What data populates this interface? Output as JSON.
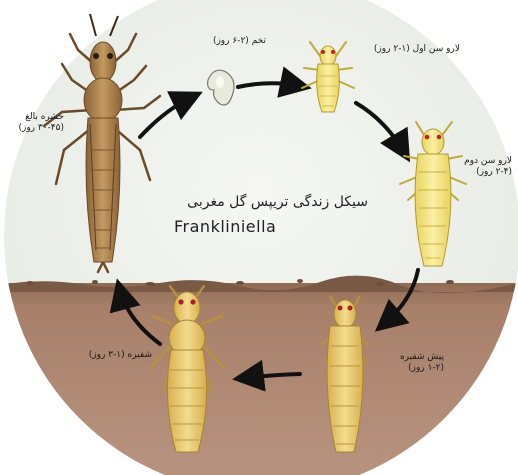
{
  "title": {
    "persian": "سیکل زندگی تریپس گل مغربی",
    "latin": "Frankliniella"
  },
  "stages": {
    "egg": {
      "name": "تخم",
      "duration": "(۲-۶ روز)"
    },
    "larva1": {
      "name": "لارو سن اول",
      "duration": "(۱-۲ روز)"
    },
    "larva2": {
      "name": "لارو سن دوم",
      "duration": "(۲-۴ روز)"
    },
    "prepupa": {
      "name": "پیش شفیره",
      "duration": "(۱-۲ روز)"
    },
    "pupa": {
      "name": "شفیره",
      "duration": "(۱-۳ روز)"
    },
    "adult": {
      "name": "حشره بالغ",
      "duration": "(۳۰-۴۵ روز)"
    }
  },
  "colors": {
    "soil": "#a87f63",
    "soil_dark": "#8c6650",
    "sky": "#eef1ec",
    "adult_body": "#b08654",
    "larva_body": "#f3e27a",
    "pupa_body": "#e8c86a",
    "arrow": "#111111"
  }
}
